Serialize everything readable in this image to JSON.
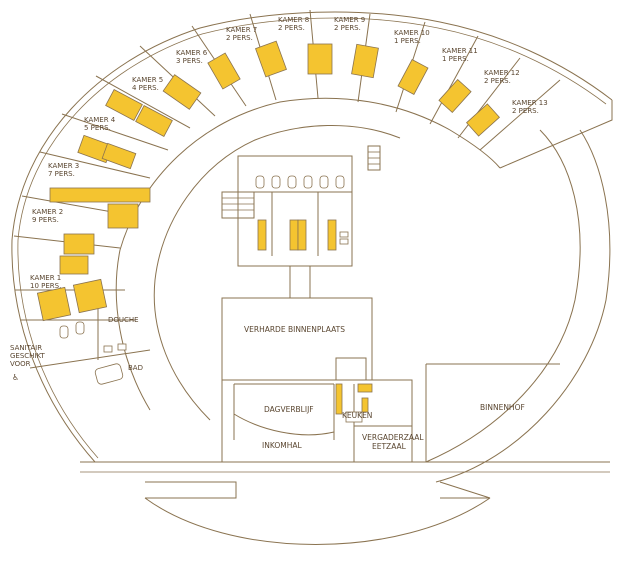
{
  "rooms": [
    {
      "id": "k1",
      "name": "KAMER 1",
      "cap": "10 PERS."
    },
    {
      "id": "k2",
      "name": "KAMER 2",
      "cap": "9 PERS."
    },
    {
      "id": "k3",
      "name": "KAMER 3",
      "cap": "7 PERS."
    },
    {
      "id": "k4",
      "name": "KAMER 4",
      "cap": "5 PERS."
    },
    {
      "id": "k5",
      "name": "KAMER 5",
      "cap": "4 PERS."
    },
    {
      "id": "k6",
      "name": "KAMER 6",
      "cap": "3 PERS."
    },
    {
      "id": "k7",
      "name": "KAMER 7",
      "cap": "2 PERS."
    },
    {
      "id": "k8",
      "name": "KAMER 8",
      "cap": "2 PERS."
    },
    {
      "id": "k9",
      "name": "KAMER 9",
      "cap": "2 PERS."
    },
    {
      "id": "k10",
      "name": "KAMER 10",
      "cap": "1 PERS."
    },
    {
      "id": "k11",
      "name": "KAMER 11",
      "cap": "1 PERS."
    },
    {
      "id": "k12",
      "name": "KAMER 12",
      "cap": "2 PERS."
    },
    {
      "id": "k13",
      "name": "KAMER 13",
      "cap": "2 PERS."
    }
  ],
  "areas": {
    "douche": "DOUCHE",
    "bad": "BAD",
    "sanitair": [
      "SANITAIR",
      "GESCHIKT",
      "VOOR"
    ],
    "binnenplaats": "VERHARDE BINNENPLAATS",
    "dagverblijf": "DAGVERBLIJF",
    "keuken": "KEUKEN",
    "vergaderzaal": [
      "VERGADERZAAL",
      "EETZAAL"
    ],
    "inkomhal": "INKOMHAL",
    "binnenhof": "BINNENHOF"
  },
  "colors": {
    "wall": "#8a7350",
    "bed": "#f4c430",
    "text": "#5a4630"
  }
}
